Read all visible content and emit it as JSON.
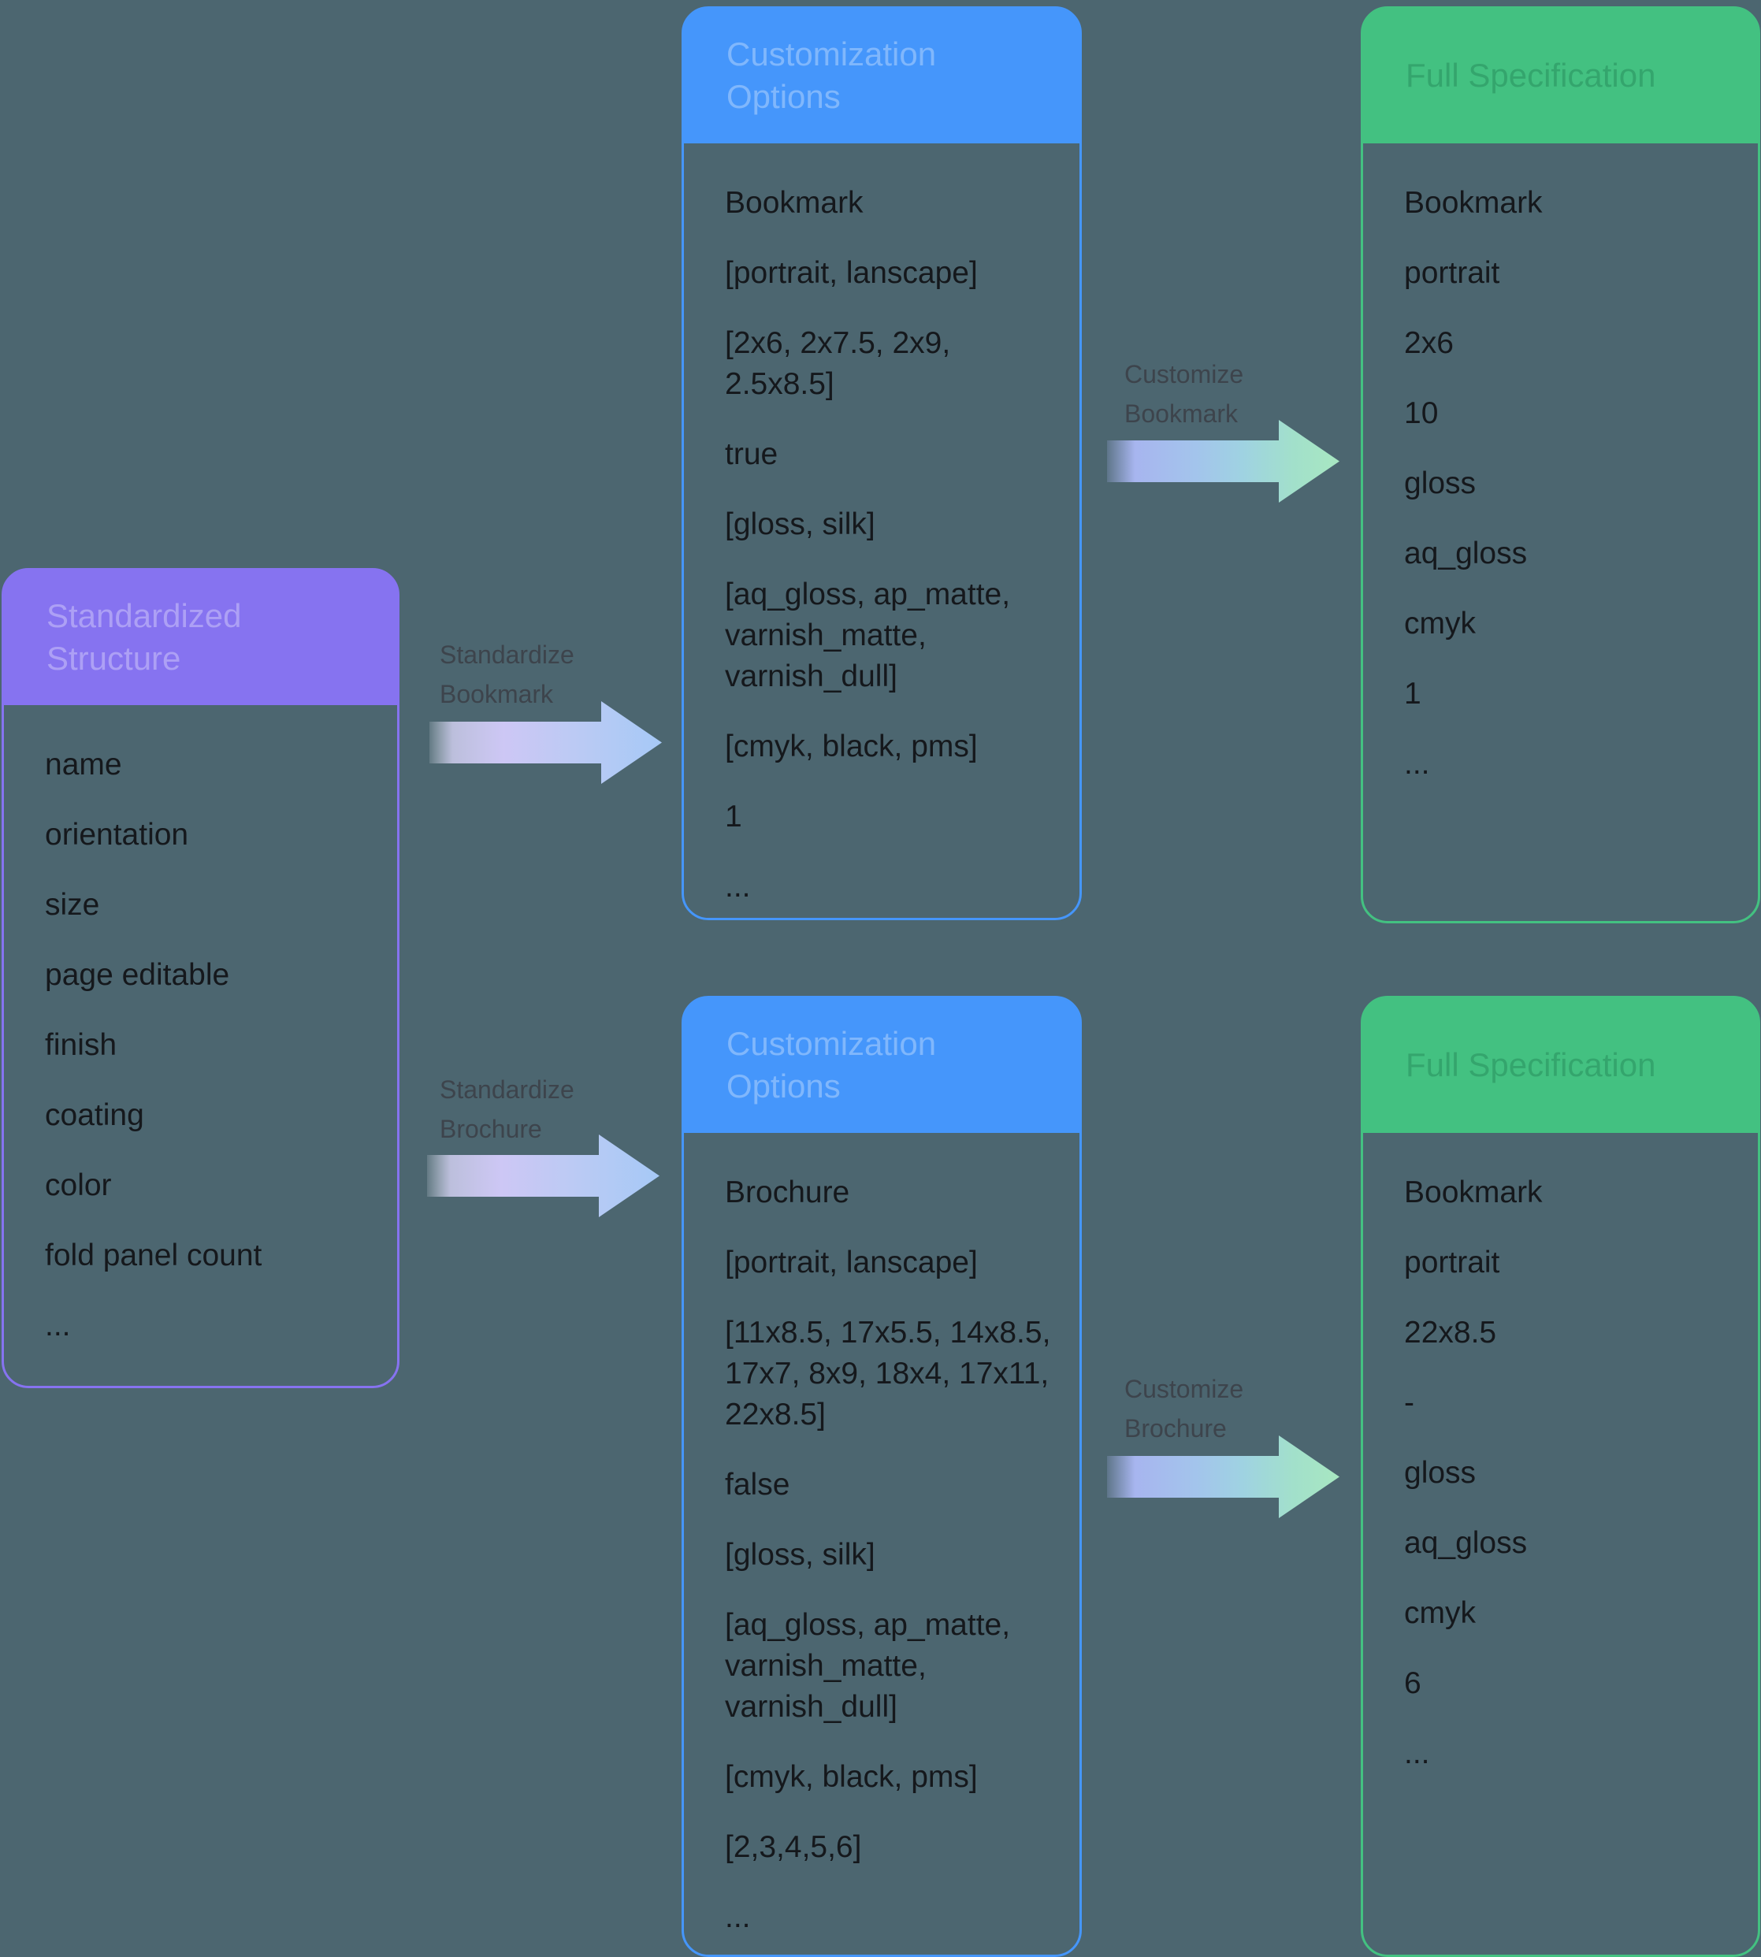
{
  "page": {
    "background_color": "#4c6670"
  },
  "cards": {
    "standardized": {
      "title": "Standardized Structure",
      "accent": "#8673f0",
      "items": [
        "name",
        "orientation",
        "size",
        "page editable",
        "finish",
        "coating",
        "color",
        "fold panel count",
        "..."
      ]
    },
    "bookmark_options": {
      "title": "Customization Options",
      "accent": "#4596fb",
      "items": [
        "Bookmark",
        "[portrait, lanscape]",
        "[2x6, 2x7.5, 2x9, 2.5x8.5]",
        "true",
        "[gloss, silk]",
        "[aq_gloss, ap_matte, varnish_matte, varnish_dull]",
        "[cmyk, black, pms]",
        "1",
        "..."
      ]
    },
    "bookmark_result": {
      "title": "Full Specification",
      "accent": "#43c181",
      "items": [
        "Bookmark",
        "portrait",
        "2x6",
        "10",
        "gloss",
        "aq_gloss",
        "cmyk",
        "1",
        "..."
      ]
    },
    "brochure_options": {
      "title": "Customization Options",
      "accent": "#4596fb",
      "items": [
        "Brochure",
        "[portrait, lanscape]",
        "[11x8.5, 17x5.5, 14x8.5, 17x7, 8x9, 18x4, 17x11, 22x8.5]",
        "false",
        "[gloss, silk]",
        "[aq_gloss, ap_matte, varnish_matte, varnish_dull]",
        "[cmyk, black, pms]",
        "[2,3,4,5,6]",
        "..."
      ]
    },
    "brochure_result": {
      "title": "Full Specification",
      "accent": "#43c181",
      "items": [
        "Bookmark",
        "portrait",
        "22x8.5",
        "-",
        "gloss",
        "aq_gloss",
        "cmyk",
        "6",
        "..."
      ]
    }
  },
  "arrows": [
    {
      "label": "Standardize Bookmark",
      "gradient": [
        "#e9ecfa",
        "#cdc7f5",
        "#a6c9f6"
      ]
    },
    {
      "label": "Standardize Brochure",
      "gradient": [
        "#e9ecfa",
        "#cdc7f5",
        "#a6c9f6"
      ]
    },
    {
      "label": "Customize Bookmark",
      "gradient": [
        "#a7b5ef",
        "#9fd2e2",
        "#a8e7c1"
      ]
    },
    {
      "label": "Customize Brochure",
      "gradient": [
        "#a7b5ef",
        "#9fd2e2",
        "#a8e7c1"
      ]
    }
  ]
}
